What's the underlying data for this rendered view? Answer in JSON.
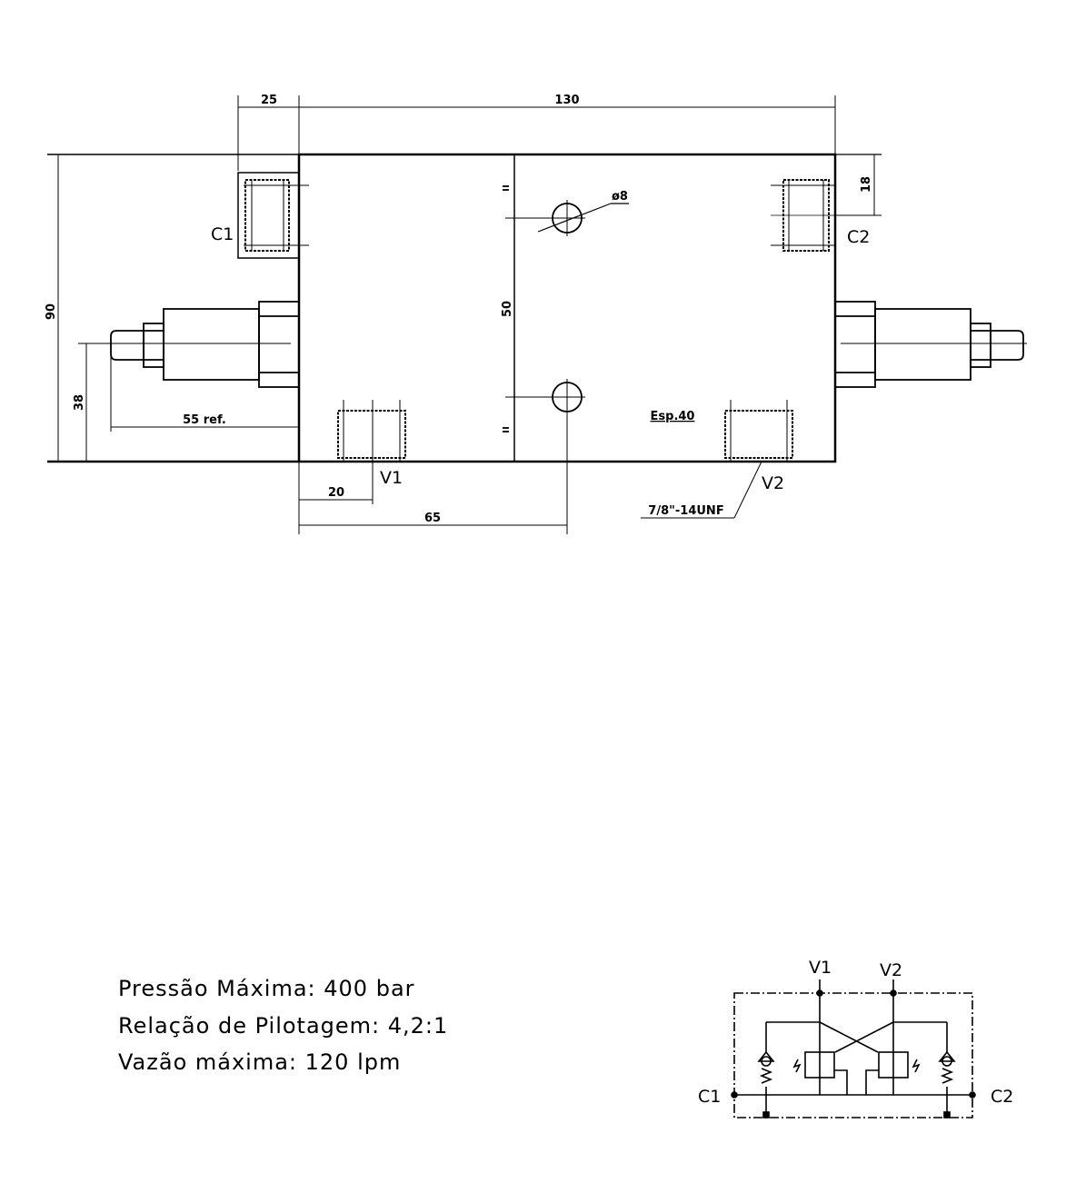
{
  "dimensions": {
    "d25": "25",
    "d130": "130",
    "d90": "90",
    "d38": "38",
    "d55": "55 ref.",
    "d50": "50",
    "d18": "18",
    "d20": "20",
    "d65": "65",
    "hole": "ø8",
    "thick": "Esp.40",
    "thread": "7/8\"-14UNF"
  },
  "ports": {
    "c1": "C1",
    "c2": "C2",
    "v1": "V1",
    "v2": "V2"
  },
  "specs": {
    "line1": "Pressão Máxima:  400 bar",
    "line2": "Relação de Pilotagem:  4,2:1",
    "line3": "Vazão máxima:  120 lpm"
  },
  "schematic": {
    "v1": "V1",
    "v2": "V2",
    "c1": "C1",
    "c2": "C2"
  }
}
